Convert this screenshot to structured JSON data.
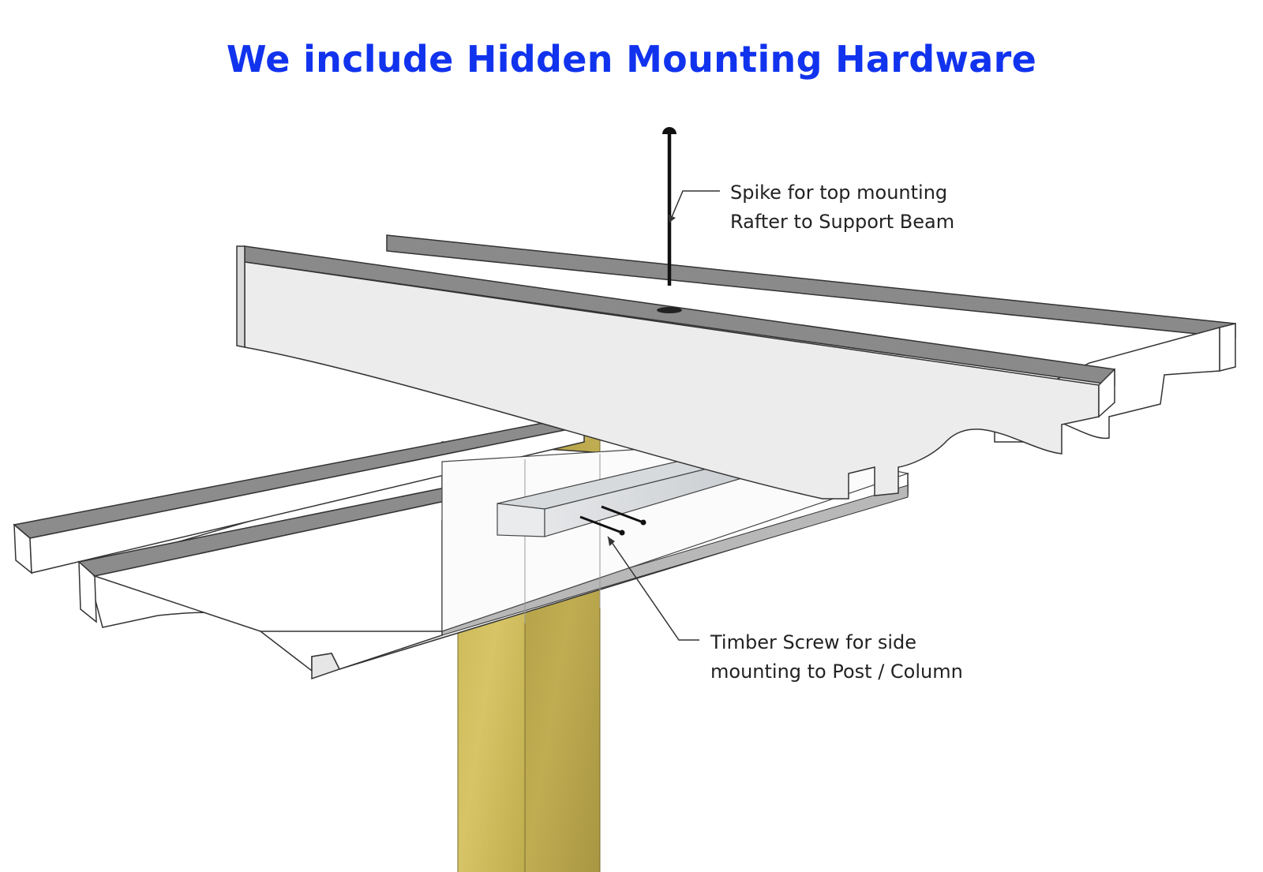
{
  "title": "We include Hidden Mounting Hardware",
  "callouts": {
    "spike": {
      "line1": "Spike for top mounting",
      "line2": "Rafter to Support Beam"
    },
    "screw": {
      "line1": "Timber Screw for side",
      "line2": "mounting to Post / Column"
    }
  },
  "colors": {
    "title": "#1133ee",
    "wood_light": "#d2bf5a",
    "wood_dark": "#b2a04a",
    "board": "#ffffff",
    "board_shade": "#e8e8e8",
    "board_top": "#8a8a8a"
  }
}
